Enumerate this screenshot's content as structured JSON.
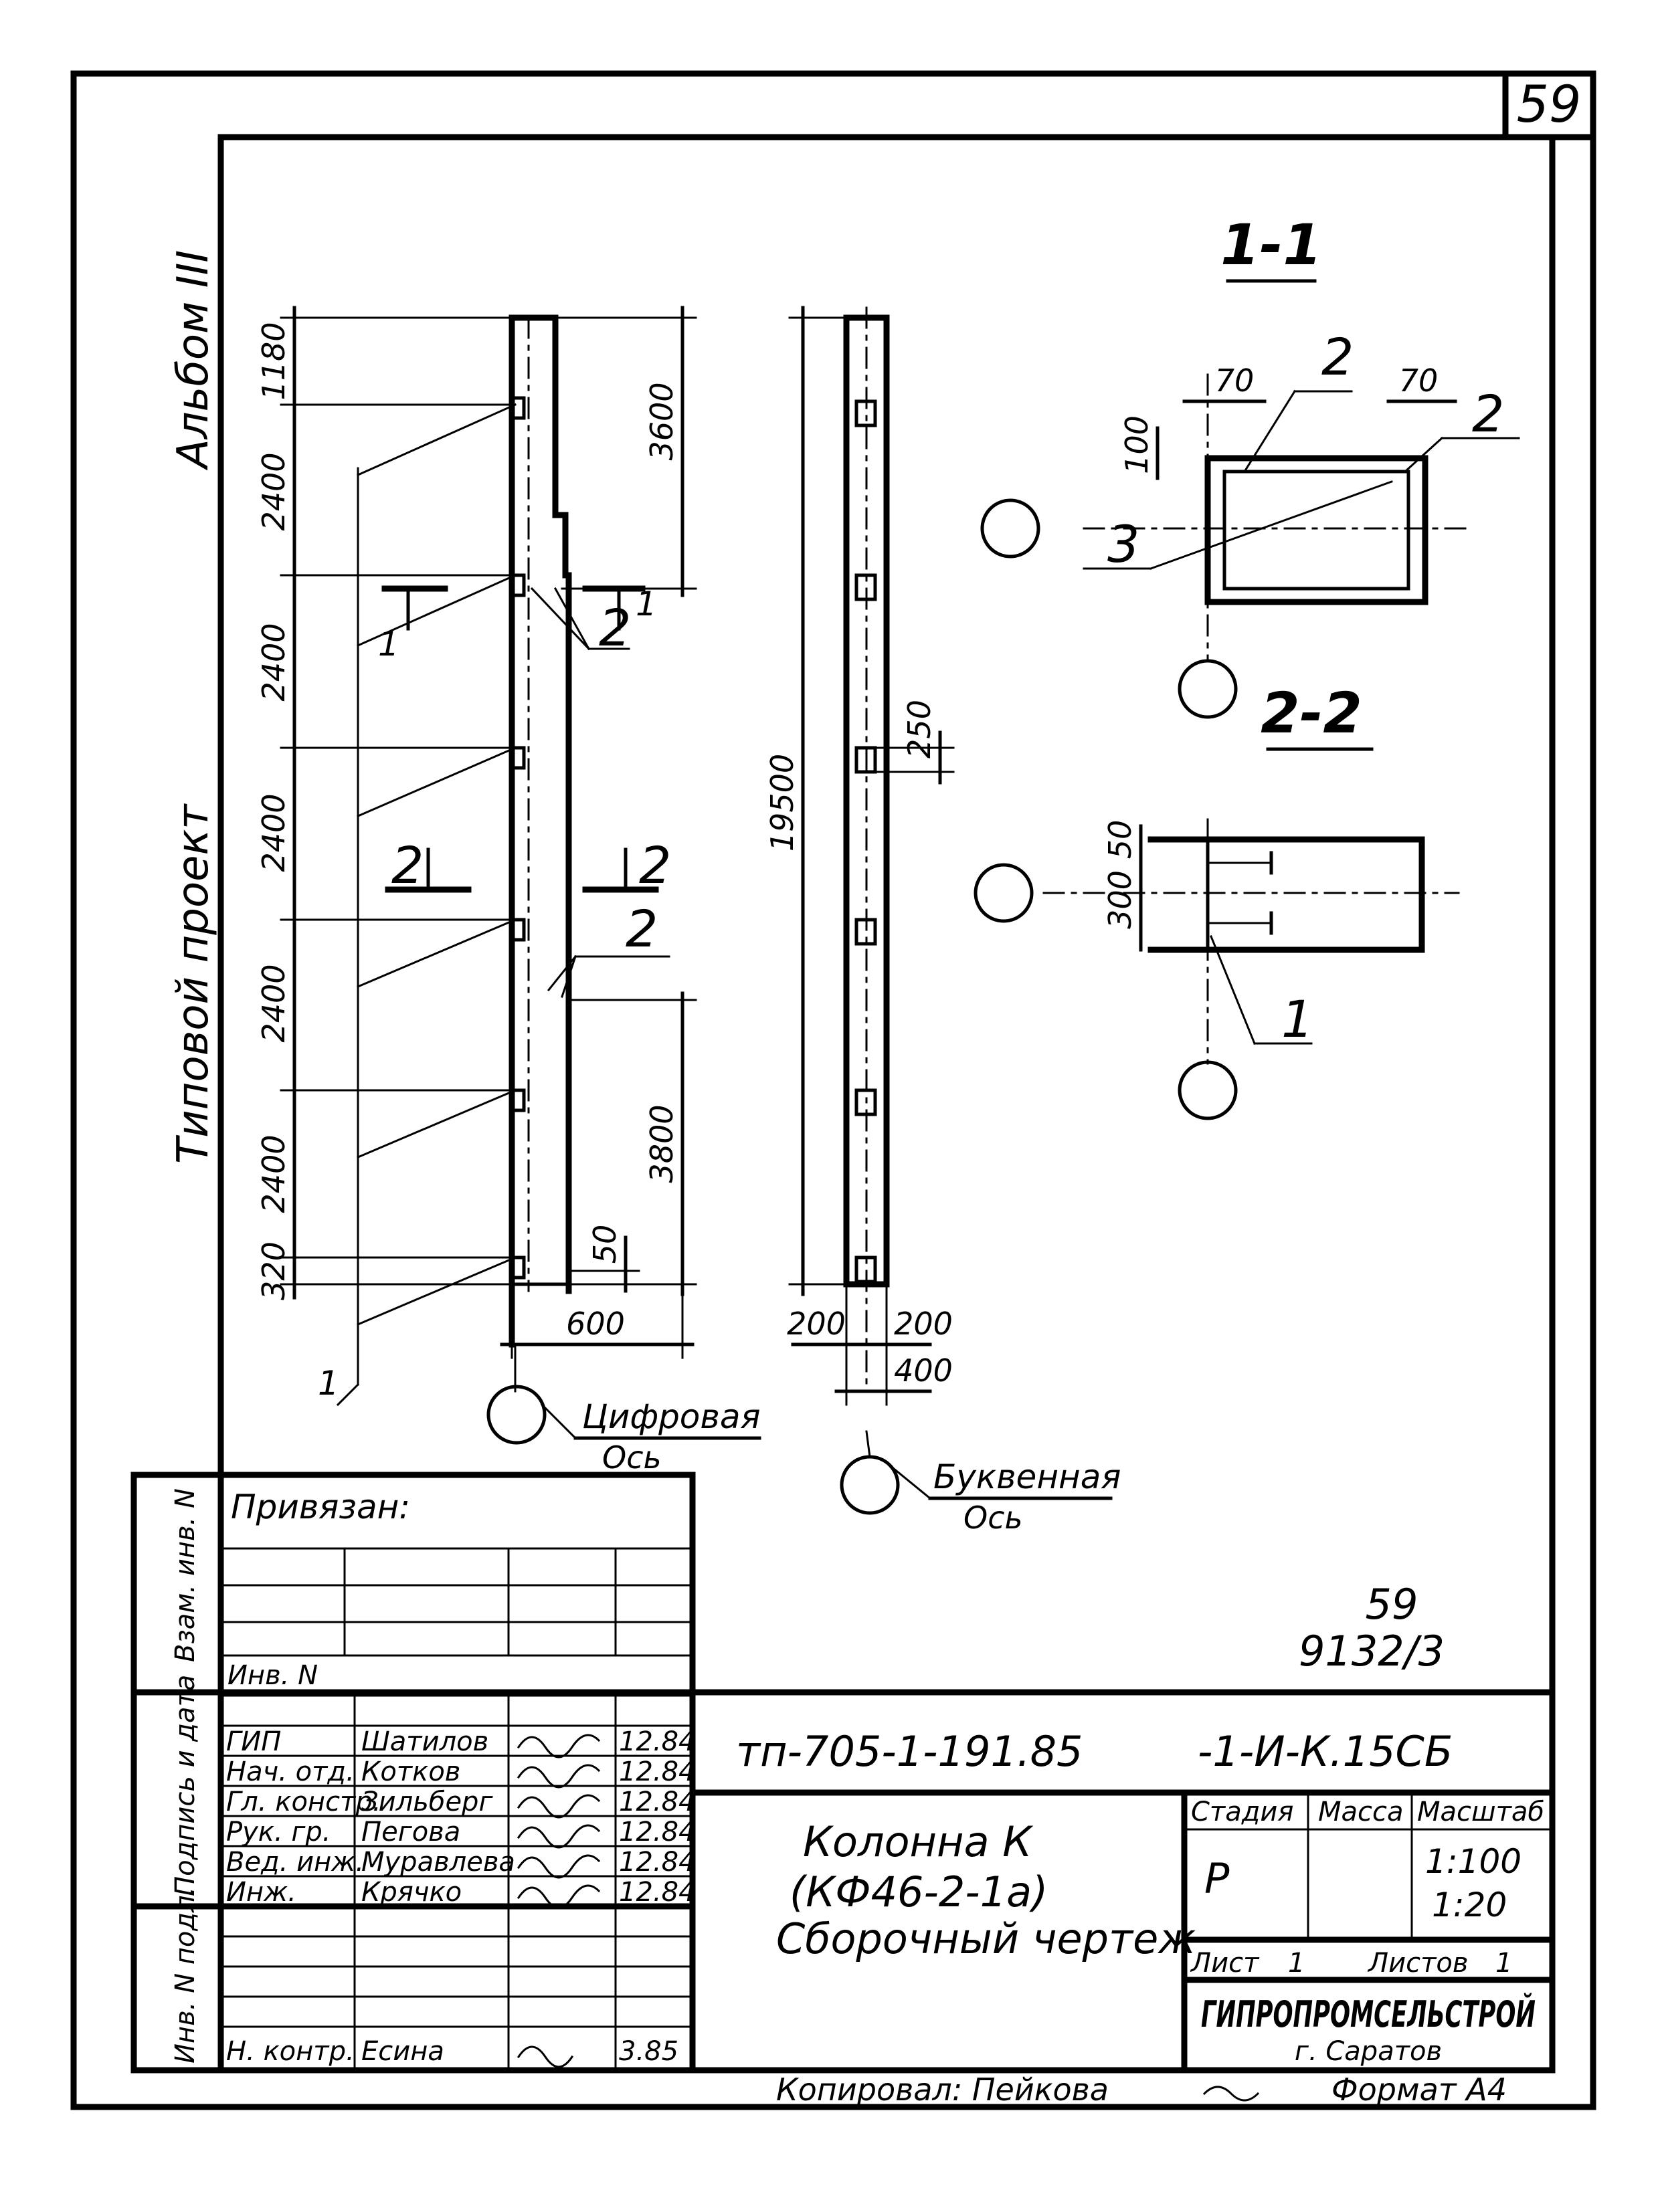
{
  "sheet": {
    "page_number": "59",
    "album": "Альбом III",
    "series_title": "Типовой проект",
    "inv_ref_top": "59",
    "inv_ref_bottom": "9132/3"
  },
  "elevation_left": {
    "dims_left": [
      "1180",
      "2400",
      "2400",
      "2400",
      "2400",
      "2400",
      "320"
    ],
    "dims_right": [
      "3600",
      "3800",
      "50"
    ],
    "dim_bottom": "600",
    "leader_label": "1",
    "section_marks": [
      {
        "num": "1",
        "label": "1"
      },
      {
        "num": "2",
        "label": "2"
      }
    ],
    "item_labels": [
      "2",
      "2"
    ],
    "axis_label_line1": "Цифровая",
    "axis_label_line2": "Ось"
  },
  "elevation_right": {
    "dim_total": "19500",
    "dim_plate": "250",
    "dims_bottom": [
      "200",
      "200",
      "400"
    ],
    "axis_label_line1": "Буквенная",
    "axis_label_line2": "Ось"
  },
  "section_1_1": {
    "title": "1-1",
    "dims": [
      "70",
      "70",
      "100"
    ],
    "labels": [
      "2",
      "2",
      "3"
    ]
  },
  "section_2_2": {
    "title": "2-2",
    "dims": [
      "50",
      "300"
    ],
    "labels": [
      "1"
    ]
  },
  "stamp_left": {
    "bound_label": "Привязан:",
    "side_labels": [
      "Взам. инв. N",
      "Подпись и дата",
      "Инв. N подл."
    ],
    "inv_label": "Инв. N",
    "people": [
      {
        "role": "ГИП",
        "name": "Шатилов",
        "date": "12.84"
      },
      {
        "role": "Нач. отд.",
        "name": "Котков",
        "date": "12.84"
      },
      {
        "role": "Гл. констр.",
        "name": "Зильберг",
        "date": "12.84"
      },
      {
        "role": "Рук. гр.",
        "name": "Пегова",
        "date": "12.84"
      },
      {
        "role": "Вед. инж.",
        "name": "Муравлева",
        "date": "12.84"
      },
      {
        "role": "Инж.",
        "name": "Крячко",
        "date": "12.84"
      }
    ],
    "control": {
      "role": "Н. контр.",
      "name": "Есина",
      "date": "3.85"
    }
  },
  "title_block": {
    "project_code": "тп-705-1-191.85",
    "doc_code": "-1-И-К.15СБ",
    "element_name": "Колонна К",
    "element_mark": "(КФ46-2-1а)",
    "doc_title": "Сборочный чертеж",
    "col_stage": "Стадия",
    "col_mass": "Масса",
    "col_scale": "Масштаб",
    "stage": "Р",
    "mass": "",
    "scale_1": "1:100",
    "scale_2": "1:20",
    "sheet_label": "Лист",
    "sheet_no": "1",
    "sheets_label": "Листов",
    "sheets_total": "1",
    "organization": "ГИПРОПРОМСЕЛЬСТРОЙ",
    "city": "г. Саратов"
  },
  "footer": {
    "copied_by": "Копировал: Пейкова",
    "format": "Формат А4"
  }
}
